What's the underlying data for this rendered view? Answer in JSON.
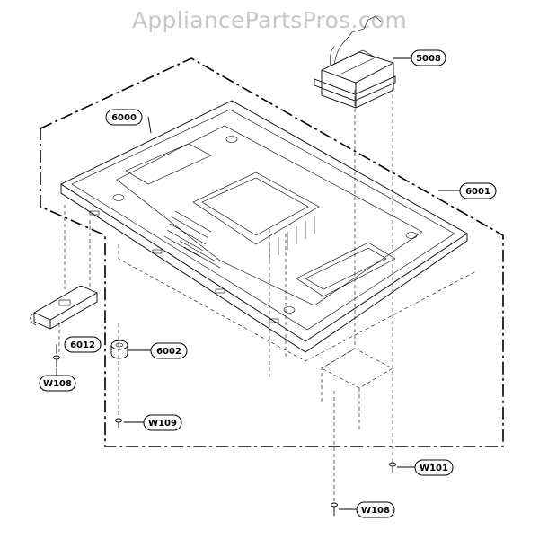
{
  "watermark": "AppliancePartsPros.com",
  "part_labels": {
    "p5008": "5008",
    "p6000": "6000",
    "p6001": "6001",
    "p6012": "6012",
    "p6002": "6002",
    "w108a": "W108",
    "w109": "W109",
    "w101": "W101",
    "w108b": "W108"
  },
  "colors": {
    "line": "#000000",
    "watermark": "#c6c6c6",
    "background": "#ffffff"
  }
}
